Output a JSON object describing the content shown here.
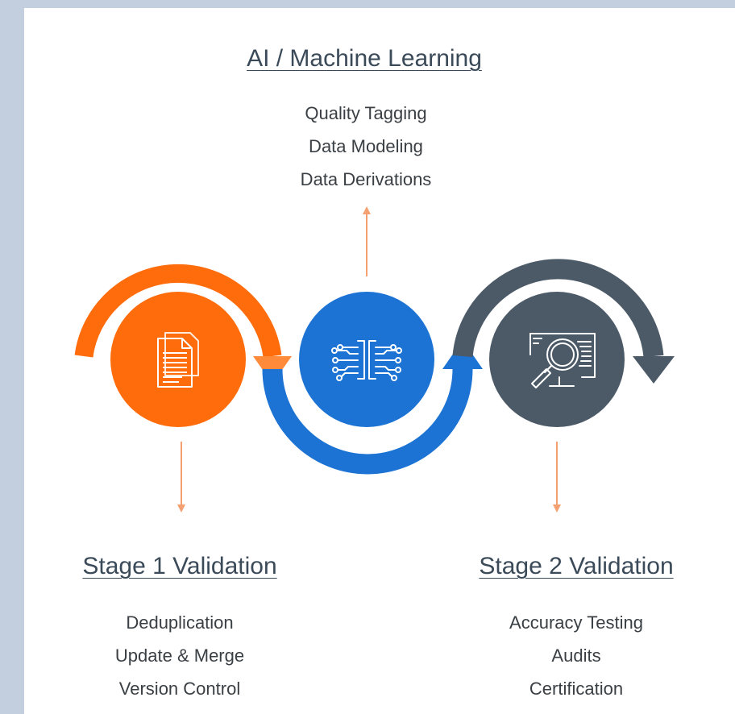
{
  "ai_section": {
    "title": "AI / Machine Learning",
    "items": [
      "Quality Tagging",
      "Data Modeling",
      "Data Derivations"
    ]
  },
  "stage1": {
    "title": "Stage 1 Validation",
    "items": [
      "Deduplication",
      "Update & Merge",
      "Version Control"
    ]
  },
  "stage2": {
    "title": "Stage 2 Validation",
    "items": [
      "Accuracy Testing",
      "Audits",
      "Certification"
    ]
  },
  "colors": {
    "orange": "#fe6c0c",
    "blue": "#1c73d4",
    "slate": "#4c5a68",
    "connector": "#f4a070",
    "text": "#3a3f44",
    "frame_bg": "#c3cedf"
  },
  "icons": {
    "stage1": "documents-icon",
    "ai": "circuit-chip-icon",
    "stage2": "magnifier-monitor-icon"
  }
}
